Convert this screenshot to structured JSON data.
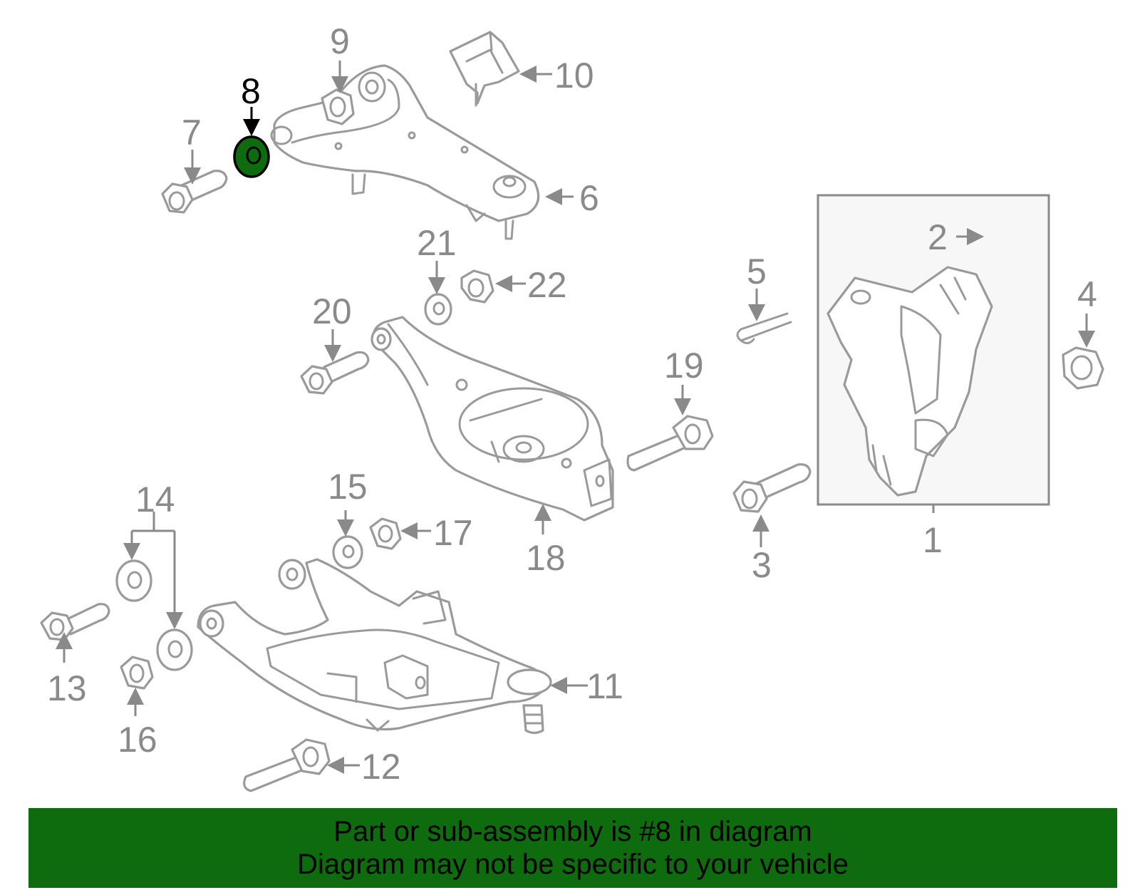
{
  "diagram": {
    "highlight_color": "#0e6b0e",
    "line_color": "#9a9a9a",
    "highlighted_part": "8",
    "labels": [
      "1",
      "2",
      "3",
      "4",
      "5",
      "6",
      "7",
      "8",
      "9",
      "10",
      "11",
      "12",
      "13",
      "14",
      "15",
      "16",
      "17",
      "18",
      "19",
      "20",
      "21",
      "22"
    ]
  },
  "banner": {
    "line1": "Part or sub-assembly is #8 in diagram",
    "line2": "Diagram may not be specific to your vehicle"
  }
}
